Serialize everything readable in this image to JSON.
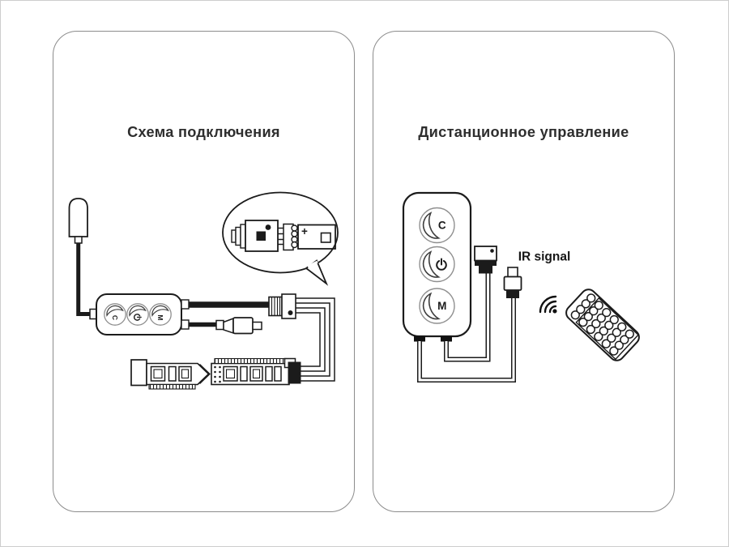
{
  "canvas": {
    "background": "#ffffff",
    "frame_color": "#cdcdcd",
    "line_color": "#1b1b1b",
    "panel_border_color": "#8c8c8c",
    "circle_stroke_color": "#8f8f8f"
  },
  "left_panel": {
    "title": "Схема подключения",
    "controller_buttons": [
      {
        "label": "C"
      },
      {
        "icon": "power"
      },
      {
        "label": "M"
      }
    ],
    "callout": {
      "plus_label": "+"
    }
  },
  "right_panel": {
    "title": "Дистанционное управление",
    "ir_label": "IR signal",
    "controller_buttons": [
      {
        "label": "C"
      },
      {
        "icon": "power"
      },
      {
        "label": "M"
      }
    ]
  }
}
